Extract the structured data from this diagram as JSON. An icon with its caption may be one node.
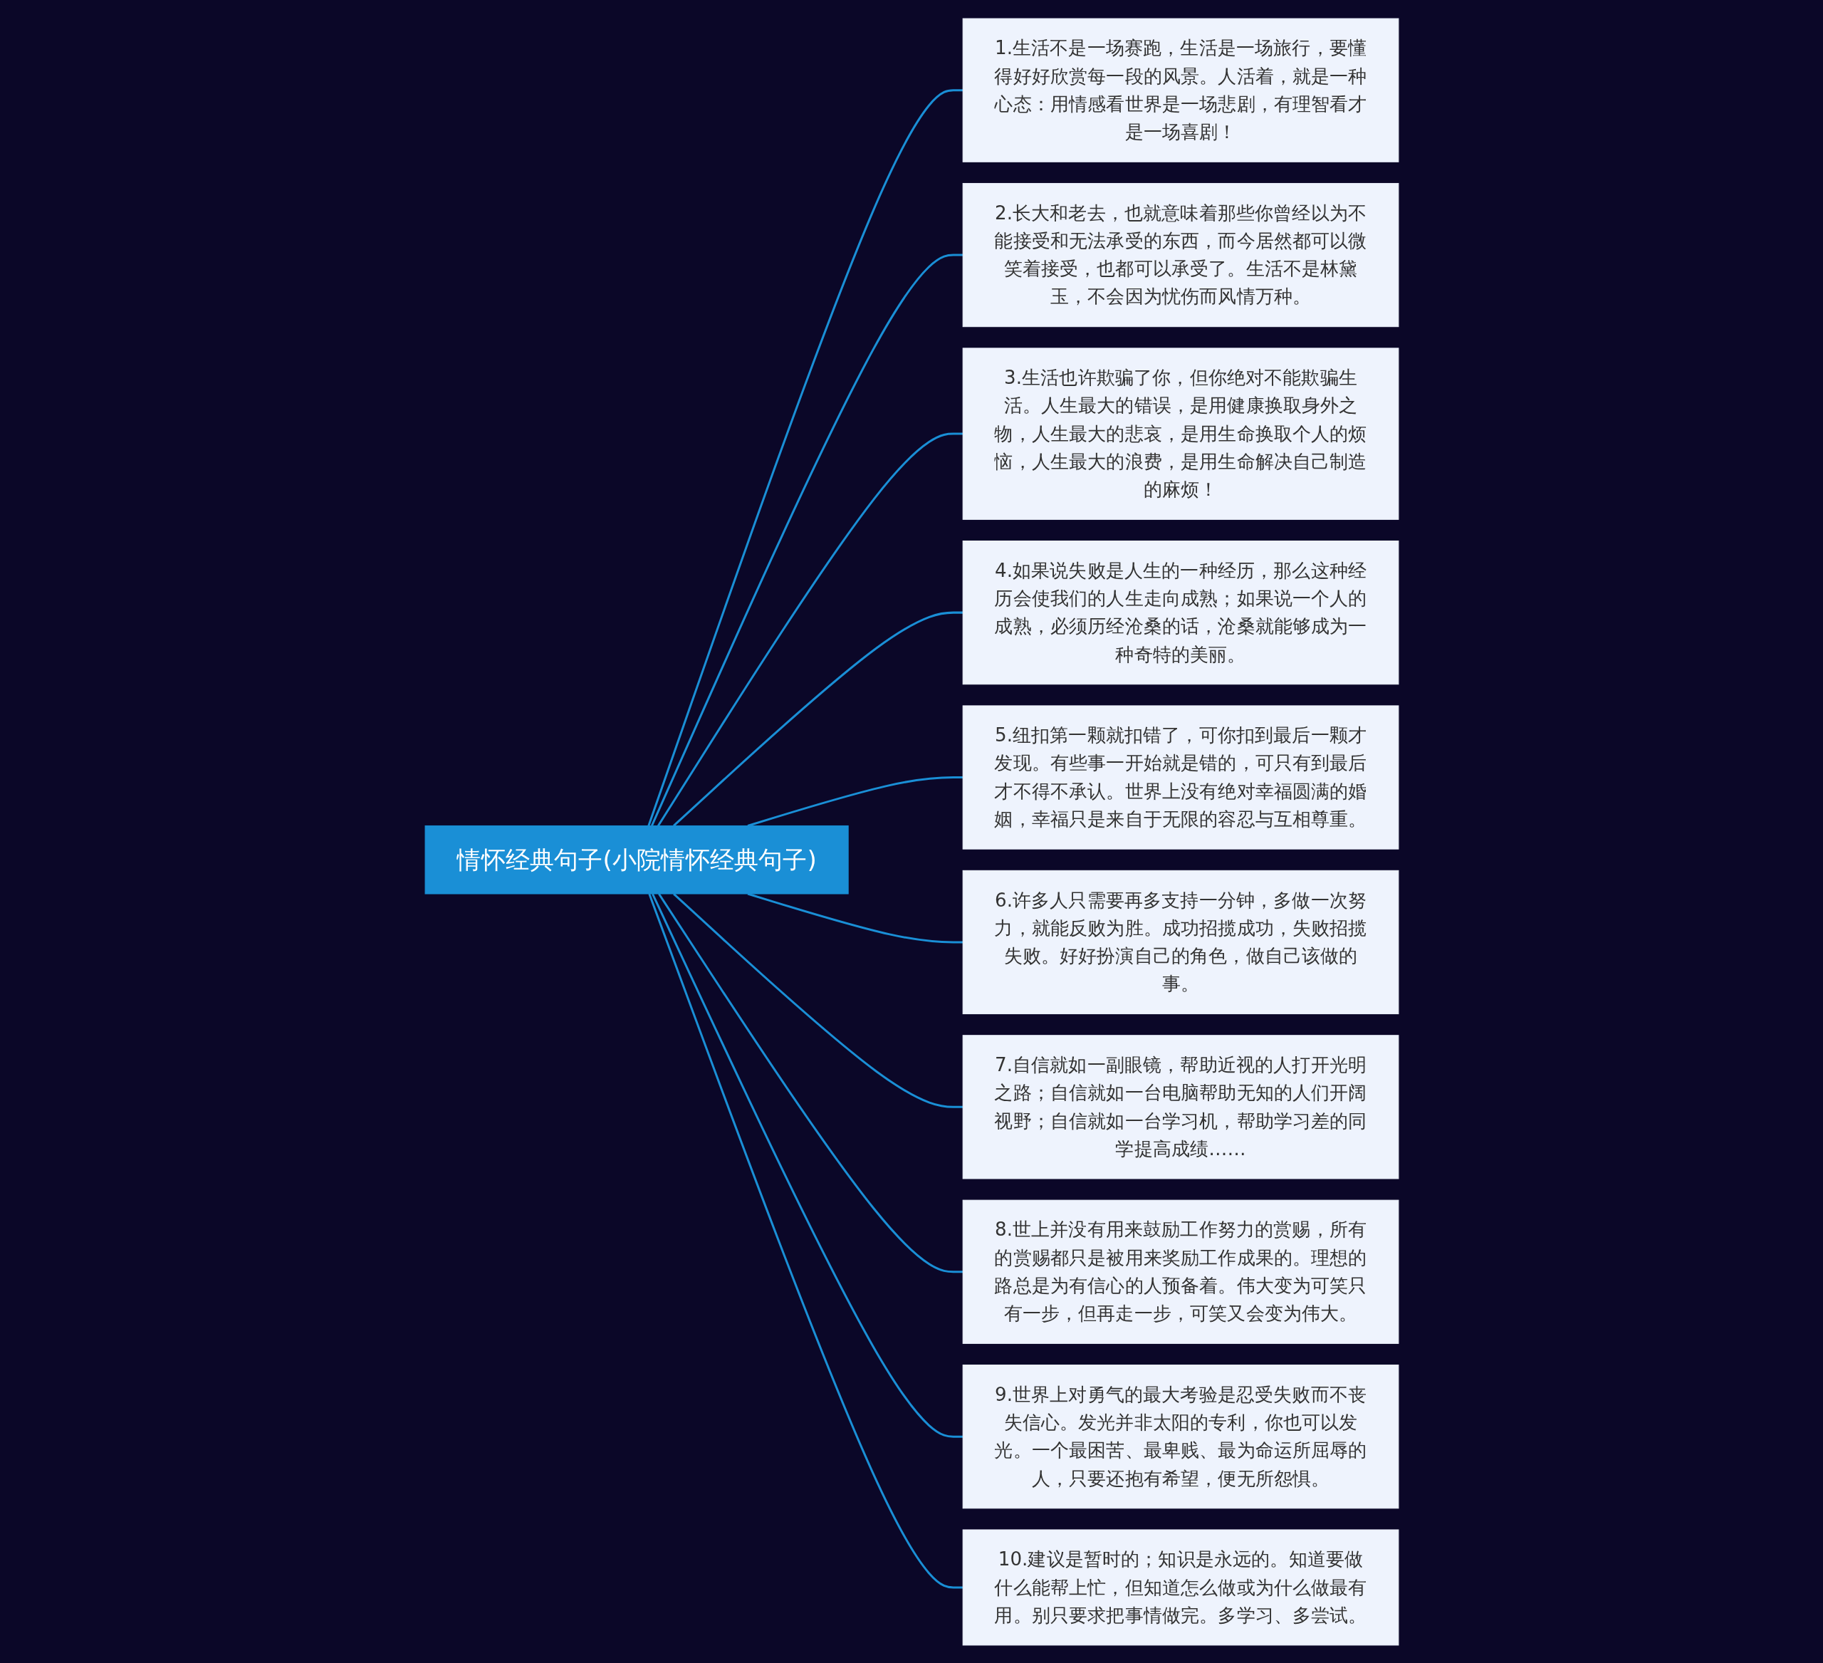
{
  "diagram": {
    "nodes": [
      {
        "text": [
          "情怀经典句子(小院情怀经典句子)"
        ]
      },
      {
        "text": [
          "1.生活不是一场赛跑，生活是一场旅行，要懂得好好欣赏每一段的风景。人活着，就是一种心态：用情感看世界是一场悲剧，有理智看才是一场喜剧！"
        ]
      },
      {
        "text": [
          "2.长大和老去，也就意味着那些你曾经以为不能接受和无法承受的东西，而今居然都可以微笑着接受，也都可以承受了。生活不是林黛玉，不会因为忧伤而风情万种。"
        ]
      },
      {
        "text": [
          "3.生活也许欺骗了你，但你绝对不能欺骗生活。人生最大的错误，是用健康换取身外之物，人生最大的悲哀，是用生命换取个人的烦恼，人生最大的浪费，是用生命解决自己制造的麻烦！"
        ]
      },
      {
        "text": [
          "4.如果说失败是人生的一种经历，那么这种经历会使我们的人生走向成熟；如果说一个人的成熟，必须历经沧桑的话，沧桑就能够成为一种奇特的美丽。"
        ]
      },
      {
        "text": [
          "5.纽扣第一颗就扣错了，可你扣到最后一颗才发现。有些事一开始就是错的，可只有到最后才不得不承认。世界上没有绝对幸福圆满的婚姻，幸福只是来自于无限的容忍与互相尊重。"
        ]
      },
      {
        "text": [
          "6.许多人只需要再多支持一分钟，多做一次努力，就能反败为胜。成功招揽成功，失败招揽失败。好好扮演自己的角色，做自己该做的事。"
        ]
      },
      {
        "text": [
          "7.自信就如一副眼镜，帮助近视的人打开光明之路；自信就如一台电脑帮助无知的人们开阔视野；自信就如一台学习机，帮助学习差的同学提高成绩……"
        ]
      },
      {
        "text": [
          "8.世上并没有用来鼓励工作努力的赏赐，所有的赏赐都只是被用来奖励工作成果的。理想的路总是为有信心的人预备着。伟大变为可笑只有一步，但再走一步，可笑又会变为伟大。"
        ]
      },
      {
        "text": [
          "9.世界上对勇气的最大考验是忍受失败而不丧失信心。发光并非太阳的专利，你也可以发光。一个最困苦、最卑贱、最为命运所屈辱的人，只要还抱有希望，便无所怨惧。"
        ]
      },
      {
        "text": [
          "10.建议是暂时的；知识是永远的。知道要做什么能帮上忙，但知道怎么做或为什么做最有用。别只要求把事情做完。多学习、多尝试。"
        ]
      }
    ],
    "edges": [
      {
        "from": 0,
        "to": 1,
        "arrow": "none"
      },
      {
        "from": 0,
        "to": 2,
        "arrow": "none"
      },
      {
        "from": 0,
        "to": 3,
        "arrow": "none"
      },
      {
        "from": 0,
        "to": 4,
        "arrow": "none"
      },
      {
        "from": 0,
        "to": 5,
        "arrow": "none"
      },
      {
        "from": 0,
        "to": 6,
        "arrow": "none"
      },
      {
        "from": 0,
        "to": 7,
        "arrow": "none"
      },
      {
        "from": 0,
        "to": 8,
        "arrow": "none"
      },
      {
        "from": 0,
        "to": 9,
        "arrow": "none"
      },
      {
        "from": 0,
        "to": 10,
        "arrow": "none"
      }
    ]
  }
}
